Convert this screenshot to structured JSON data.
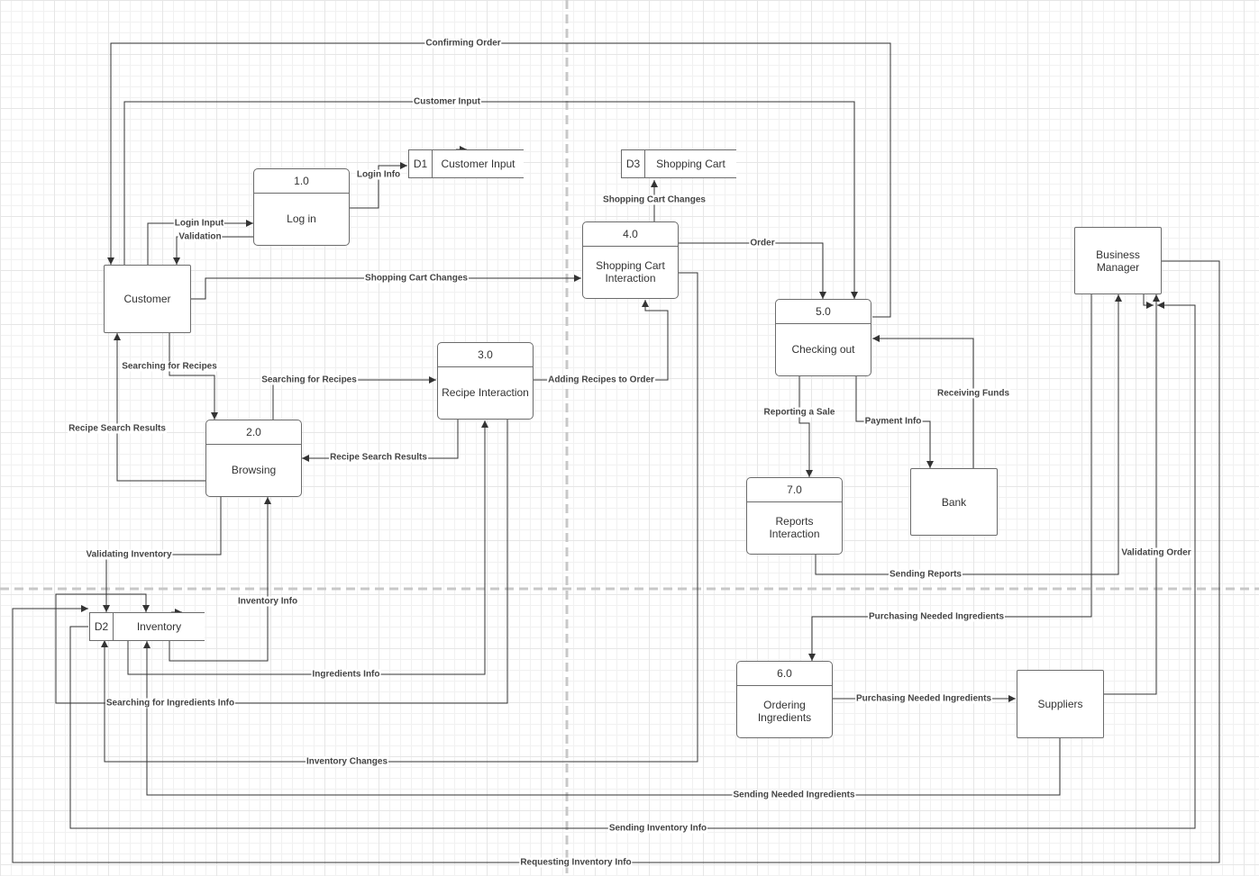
{
  "processes": {
    "login": {
      "id": "1.0",
      "name": "Log in"
    },
    "browsing": {
      "id": "2.0",
      "name": "Browsing"
    },
    "recipe": {
      "id": "3.0",
      "name": "Recipe Interaction"
    },
    "cart": {
      "id": "4.0",
      "name": "Shopping Cart Interaction"
    },
    "checkout": {
      "id": "5.0",
      "name": "Checking out"
    },
    "ordering": {
      "id": "6.0",
      "name": "Ordering Ingredients"
    },
    "reports": {
      "id": "7.0",
      "name": "Reports Interaction"
    }
  },
  "entities": {
    "customer": "Customer",
    "business_manager": "Business Manager",
    "bank": "Bank",
    "suppliers": "Suppliers"
  },
  "stores": {
    "d1": {
      "id": "D1",
      "name": "Customer Input"
    },
    "d2": {
      "id": "D2",
      "name": "Inventory"
    },
    "d3": {
      "id": "D3",
      "name": "Shopping Cart"
    }
  },
  "flows": {
    "confirming_order": "Confirming Order",
    "customer_input": "Customer Input",
    "login_info": "Login Info",
    "login_input": "Login Input",
    "validation": "Validation",
    "shopping_cart_changes_customer": "Shopping Cart Changes",
    "shopping_cart_changes_store": "Shopping Cart Changes",
    "order": "Order",
    "searching_for_recipes_customer": "Searching for Recipes",
    "searching_for_recipes_browsing": "Searching for Recipes",
    "recipe_search_results_customer": "Recipe Search Results",
    "recipe_search_results_browsing": "Recipe Search Results",
    "adding_recipes_to_order": "Adding Recipes to Order",
    "receiving_funds": "Receiving Funds",
    "reporting_a_sale": "Reporting a Sale",
    "payment_info": "Payment Info",
    "validating_inventory": "Validating Inventory",
    "inventory_info": "Inventory Info",
    "ingredients_info": "Ingredients Info",
    "searching_for_ingredients_info": "Searching for Ingredients Info",
    "inventory_changes": "Inventory Changes",
    "validating_order": "Validating Order",
    "sending_reports": "Sending Reports",
    "purchasing_needed_ingredients_manager": "Purchasing Needed Ingredients",
    "purchasing_needed_ingredients_suppliers": "Purchasing Needed Ingredients",
    "sending_needed_ingredients": "Sending Needed Ingredients",
    "sending_inventory_info": "Sending Inventory Info",
    "requesting_inventory_info": "Requesting Inventory Info"
  }
}
